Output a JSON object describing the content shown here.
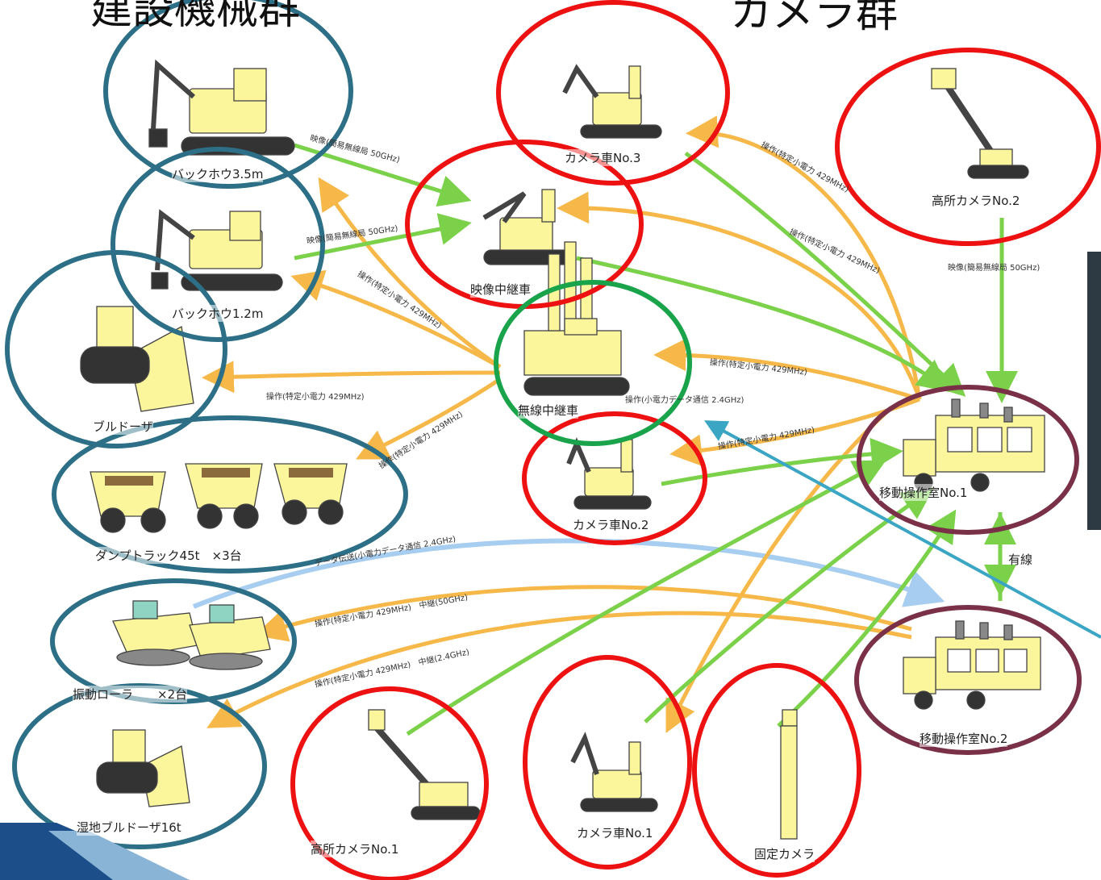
{
  "headings": {
    "construction_group": "建設機械群",
    "camera_group": "カメラ群"
  },
  "units": {
    "backhoe_35": "バックホウ3.5m",
    "backhoe_12": "バックホウ1.2m",
    "bulldozer": "ブルドーザ",
    "dump_trucks": "ダンプトラック45t　×3台",
    "rollers": "振動ローラ　　×2台",
    "wetland_bulldozer": "湿地ブルドーザ16t",
    "video_relay": "映像中継車",
    "wireless_relay": "無線中継車",
    "camera_3": "カメラ車No.3",
    "camera_2": "カメラ車No.2",
    "camera_1": "カメラ車No.1",
    "high_camera_1": "高所カメラNo.1",
    "high_camera_2": "高所カメラNo.2",
    "fixed_camera": "固定カメラ",
    "mobile_room_1": "移動操作室No.1",
    "mobile_room_2": "移動操作室No.2"
  },
  "links": {
    "video_50": "映像(簡易無線局 50GHz)",
    "video_50_b": "映像(簡易無線局 50GHz)",
    "control_429_a": "操作(特定小電力 429MHz)",
    "control_429_b": "操作(特定小電力 429MHz)",
    "control_429_c": "操作(特定小電力 429MHz)",
    "control_429_d": "操作(特定小電力 429MHz)",
    "control_429_e": "操作(特定小電力 429MHz)",
    "control_429_f": "操作(特定小電力 429MHz)",
    "control_429_g": "操作(特定小電力 429MHz)",
    "control_24": "操作(小電力データ通信 2.4GHz)",
    "relay_50": "操作(特定小電力 429MHz)　中継(50GHz)",
    "relay_24": "操作(特定小電力 429MHz)　中継(2.4GHz)",
    "data_24": "データ伝送(小電力データ通信 2.4GHz)",
    "video_high2": "映像(簡易無線局 50GHz)",
    "wired": "有線"
  },
  "colors": {
    "teal_ring": "#2c6f86",
    "red_ring": "#ee1111",
    "green_ring": "#19a34a",
    "maroon_ring": "#7a3148",
    "green_arrow": "#7bd24a",
    "orange_arrow": "#f7b84a",
    "blue_arrow": "#a7cdf0",
    "pointer": "#3aa6c4",
    "machine_fill": "#fbf59c"
  }
}
